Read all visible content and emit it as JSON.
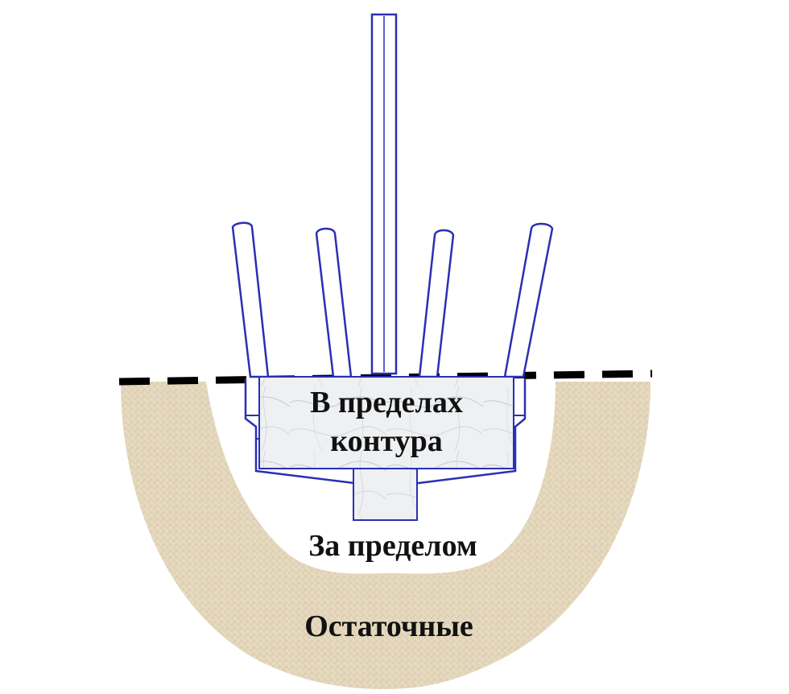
{
  "labels": {
    "within_contour_line1": "В пределах",
    "within_contour_line2": "контура",
    "beyond": "За пределом",
    "residual": "Остаточные"
  },
  "colors": {
    "soil": "#e6d9bf",
    "soil_dark": "#d2c3a2",
    "outline": "#2a2fb5",
    "marble": "#eef0f2",
    "marble_vein": "#c8ccd2",
    "ground_line": "#000000",
    "background": "#ffffff"
  }
}
